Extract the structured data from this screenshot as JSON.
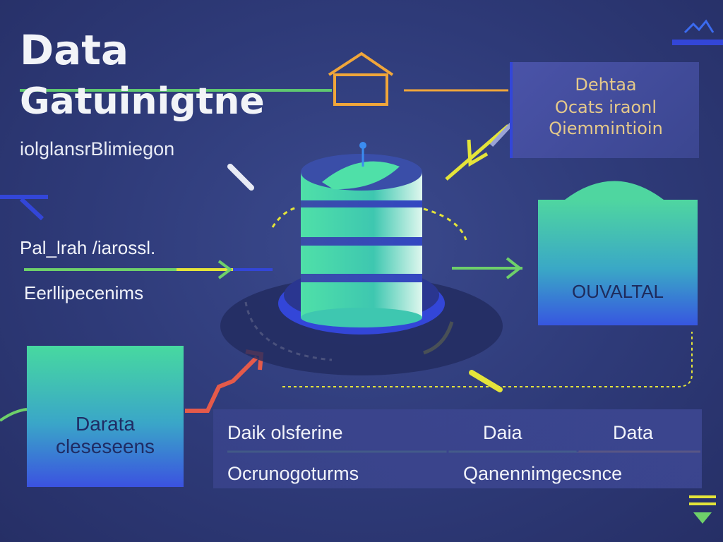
{
  "header": {
    "title_line1": "Data",
    "title_line2": "Gatuinigtne",
    "subtitle": "iolglansrBlimiegon"
  },
  "left_labels": {
    "label_1": "Pal_lrah /iarossl.",
    "label_2": "Eerllipecenims"
  },
  "info_box": {
    "line_1": "Dehtaa",
    "line_2": "Ocats iraonl",
    "line_3": "Qiemmintioin"
  },
  "output_box": {
    "label": "OUVALTAL"
  },
  "database_box": {
    "label_1": "Darata",
    "label_2": "cleseseens"
  },
  "table": {
    "row1_col1": "Daik olsferine",
    "row1_col2": "Daia",
    "row1_col3": "Data",
    "row2_col1": "Ocrunogoturms",
    "row2_col2": "Qanennimgecsnce"
  },
  "icons": [
    "house-icon",
    "database-cylinder-icon",
    "stacked-layers-icon",
    "plus-circle-icon",
    "mountain-icon",
    "down-arrow-icon"
  ],
  "colors": {
    "background": "#2e3a78",
    "teal": "#4fd6a0",
    "blue": "#3756e0",
    "yellow": "#e4e43a",
    "orange": "#f0a63a",
    "red": "#e45a4a",
    "green": "#6ed06a"
  }
}
